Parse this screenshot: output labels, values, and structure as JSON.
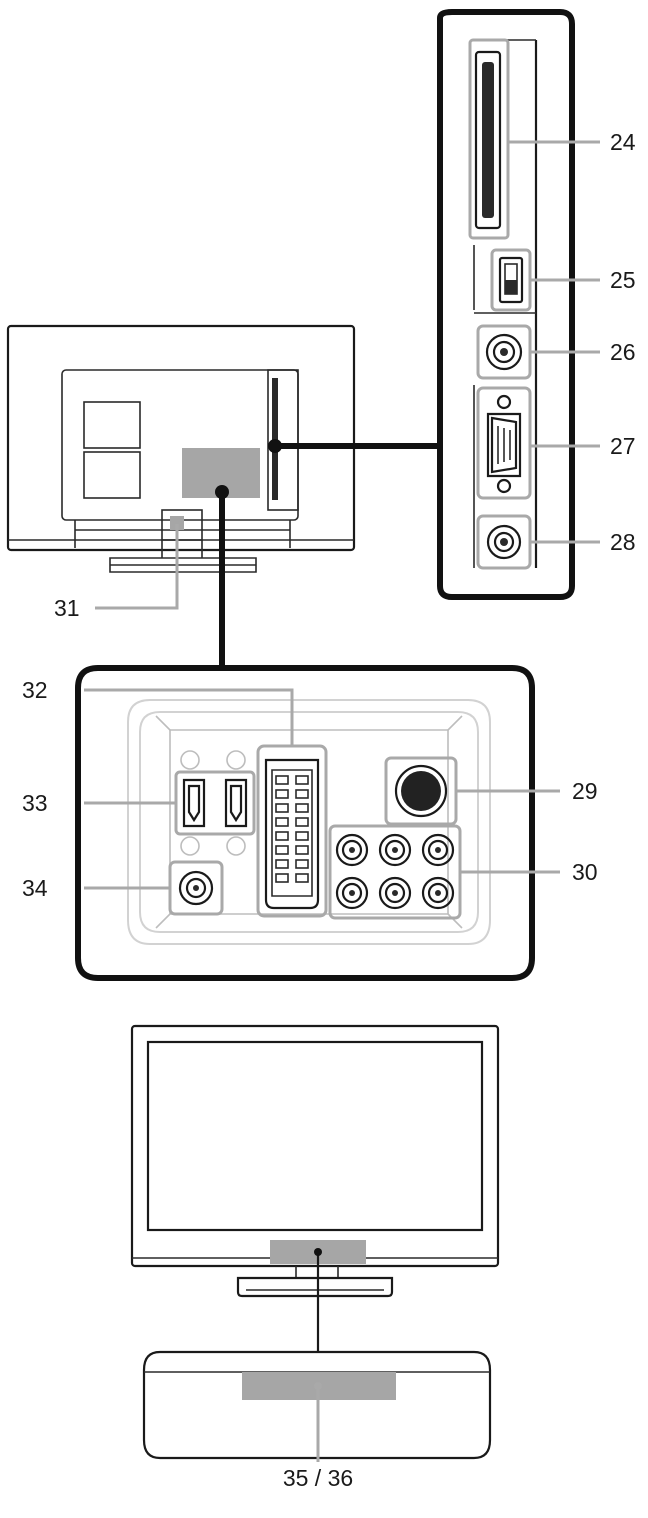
{
  "diagram": {
    "labels": {
      "l24": "24",
      "l25": "25",
      "l26": "26",
      "l27": "27",
      "l28": "28",
      "l29": "29",
      "l30": "30",
      "l31": "31",
      "l32": "32",
      "l33": "33",
      "l34": "34",
      "l3536": "35 / 36"
    },
    "colors": {
      "line": "#111111",
      "highlight": "#a9a9a9",
      "background": "#ffffff"
    }
  }
}
